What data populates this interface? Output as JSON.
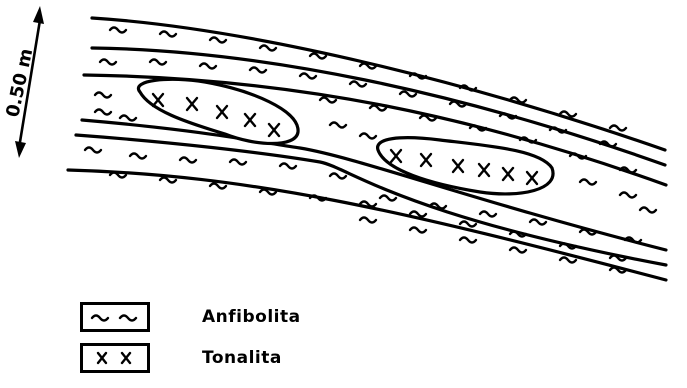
{
  "scale": {
    "label": "0.50 m"
  },
  "legend": {
    "items": [
      {
        "symbol": "~ ~",
        "label": "Anfibolita"
      },
      {
        "symbol": "x x",
        "label": "Tonalita"
      }
    ]
  }
}
